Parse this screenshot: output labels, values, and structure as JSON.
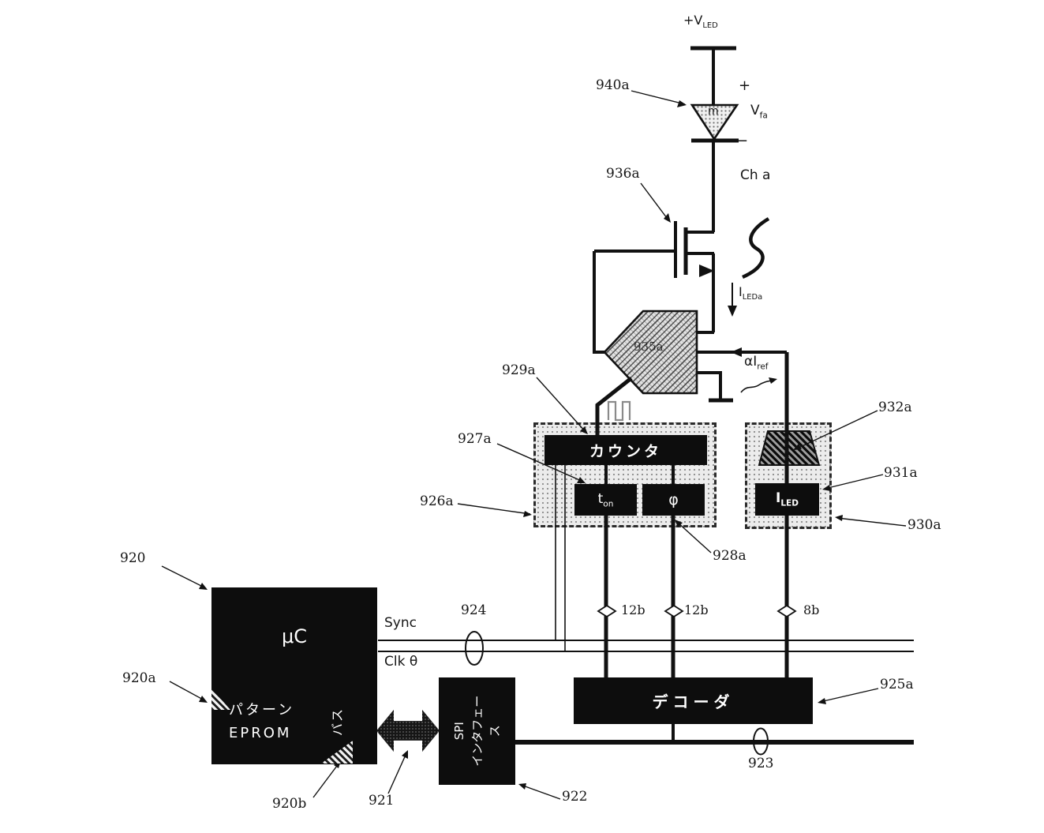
{
  "power": {
    "main": "+V",
    "sub": "LED"
  },
  "led": {
    "ref": "940a",
    "m": "m",
    "plus": "+",
    "minus": "−",
    "v_main": "V",
    "v_sub": "fa",
    "channel": "Ch a"
  },
  "fet": {
    "ref": "936a"
  },
  "amp": {
    "ref": "935a"
  },
  "i_led": {
    "main": "I",
    "sub": "LEDa"
  },
  "i_ref": {
    "main": "αI",
    "sub": "ref"
  },
  "counter": {
    "ref": "929a",
    "outer_ref": "926a",
    "label": "カウンタ"
  },
  "ton": {
    "ref": "927a",
    "main": "t",
    "sub": "on"
  },
  "phi": {
    "ref": "928a",
    "label": "φ"
  },
  "dac": {
    "ref": "932a"
  },
  "iled_reg": {
    "ref": "931a",
    "main": "I",
    "sub": "LED"
  },
  "dac_outer": {
    "ref": "930a"
  },
  "mcu": {
    "ref": "920",
    "title": "μC",
    "eprom_ref": "920a",
    "eprom_line1": "パターン",
    "eprom_line2": "EPROM",
    "bus": "バス",
    "bus_ref": "920b"
  },
  "link": {
    "ref": "921"
  },
  "spi": {
    "ref": "922",
    "line1": "SPI",
    "line2": "インタフェース"
  },
  "decoder": {
    "ref": "925a",
    "label": "デコーダ"
  },
  "signals": {
    "sync": "Sync",
    "clk": "Clk θ",
    "tap_sync_clk_ref": "924",
    "tap_bus_ref": "923"
  },
  "bus_widths": [
    "12b",
    "12b",
    "8b"
  ]
}
